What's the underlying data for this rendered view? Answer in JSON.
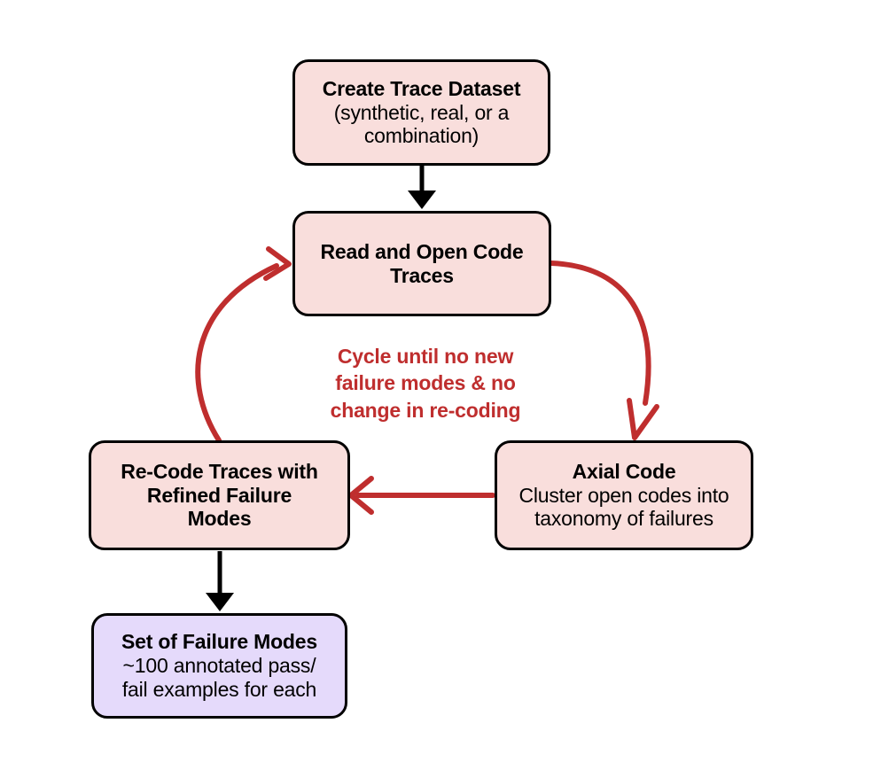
{
  "diagram": {
    "type": "flowchart",
    "background": "#ffffff",
    "palette": {
      "node_pink_fill": "#f9dedc",
      "node_purple_fill": "#e5dafb",
      "node_border": "#000000",
      "arrow_black": "#000000",
      "arrow_red": "#bf2e2e",
      "cycle_label_color": "#bf2e2e",
      "text": "#000000"
    },
    "nodes": [
      {
        "id": "create-trace-dataset",
        "title": "Create Trace Dataset",
        "subtitle_line1": "(synthetic, real, or a",
        "subtitle_line2": "combination)",
        "fill": "#f9dedc"
      },
      {
        "id": "read-and-open-code-traces",
        "title_line1": "Read and Open Code",
        "title_line2": "Traces",
        "fill": "#f9dedc"
      },
      {
        "id": "axial-code",
        "title": "Axial Code",
        "subtitle_line1": "Cluster open codes into",
        "subtitle_line2": "taxonomy of failures",
        "fill": "#f9dedc"
      },
      {
        "id": "re-code-traces",
        "title_line1": "Re-Code Traces with",
        "title_line2": "Refined Failure",
        "title_line3": "Modes",
        "fill": "#f9dedc"
      },
      {
        "id": "set-of-failure-modes",
        "title": "Set of Failure Modes",
        "subtitle_line1": "~100 annotated pass/",
        "subtitle_line2": "fail examples for each",
        "fill": "#e5dafb"
      }
    ],
    "cycle_label": {
      "line1": "Cycle until no new",
      "line2": "failure modes & no",
      "line3": "change in re-coding"
    },
    "edges": [
      {
        "id": "create-to-read",
        "from": "create-trace-dataset",
        "to": "read-and-open-code-traces",
        "style": "straight",
        "color": "#000000"
      },
      {
        "id": "read-to-axial",
        "from": "read-and-open-code-traces",
        "to": "axial-code",
        "style": "curved",
        "color": "#bf2e2e"
      },
      {
        "id": "axial-to-recode",
        "from": "axial-code",
        "to": "re-code-traces",
        "style": "straight",
        "color": "#bf2e2e"
      },
      {
        "id": "recode-to-read",
        "from": "re-code-traces",
        "to": "read-and-open-code-traces",
        "style": "curved",
        "color": "#bf2e2e"
      },
      {
        "id": "recode-to-set",
        "from": "re-code-traces",
        "to": "set-of-failure-modes",
        "style": "straight",
        "color": "#000000"
      }
    ]
  }
}
